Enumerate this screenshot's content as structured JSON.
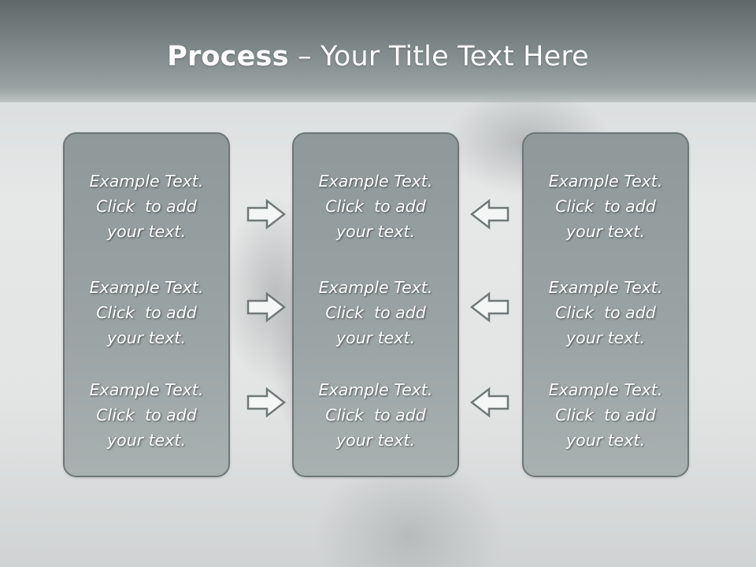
{
  "title": {
    "bold": "Process",
    "rest": " – Your Title Text Here"
  },
  "columns": [
    {
      "blocks": [
        {
          "line1": "Example Text.",
          "line2": "Click  to add",
          "line3": "your text."
        },
        {
          "line1": "Example Text.",
          "line2": "Click  to add",
          "line3": "your text."
        },
        {
          "line1": "Example Text.",
          "line2": "Click  to add",
          "line3": "your text."
        }
      ]
    },
    {
      "blocks": [
        {
          "line1": "Example Text.",
          "line2": "Click  to add",
          "line3": "your text."
        },
        {
          "line1": "Example Text.",
          "line2": "Click  to add",
          "line3": "your text."
        },
        {
          "line1": "Example Text.",
          "line2": "Click  to add",
          "line3": "your text."
        }
      ]
    },
    {
      "blocks": [
        {
          "line1": "Example Text.",
          "line2": "Click  to add",
          "line3": "your text."
        },
        {
          "line1": "Example Text.",
          "line2": "Click  to add",
          "line3": "your text."
        },
        {
          "line1": "Example Text.",
          "line2": "Click  to add",
          "line3": "your text."
        }
      ]
    }
  ],
  "arrows": {
    "left_to_middle": [
      "arrow-right-icon",
      "arrow-right-icon",
      "arrow-right-icon"
    ],
    "right_to_middle": [
      "arrow-left-icon",
      "arrow-left-icon",
      "arrow-left-icon"
    ]
  },
  "colors": {
    "title_band": "#7d8787",
    "panel_fill": "#9aa3a3",
    "panel_border": "#6e7676",
    "text": "#ffffff",
    "arrow_fill": "#f4f5f5",
    "arrow_stroke": "#707878"
  }
}
